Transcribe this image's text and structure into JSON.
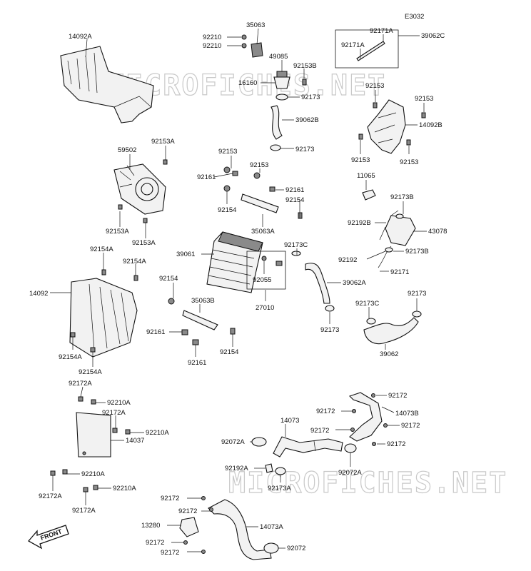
{
  "diagram_code": "E3032",
  "watermark": "MICROFICHES.NET",
  "front_label": "FRONT",
  "labels": {
    "l_14092A": "14092A",
    "l_35063": "35063",
    "l_92210_a": "92210",
    "l_92210_b": "92210",
    "l_49085": "49085",
    "l_16160": "16160",
    "l_92153B": "92153B",
    "l_92173_a": "92173",
    "l_39062B": "39062B",
    "l_92173_b": "92173",
    "l_92171A_a": "92171A",
    "l_92171A_b": "92171A",
    "l_39062C": "39062C",
    "l_92153_r1": "92153",
    "l_92153_r2": "92153",
    "l_14092B": "14092B",
    "l_92153_r3": "92153",
    "l_92153_r4": "92153",
    "l_11065": "11065",
    "l_92173B_a": "92173B",
    "l_92192B": "92192B",
    "l_43078": "43078",
    "l_92192": "92192",
    "l_92173B_b": "92173B",
    "l_92171": "92171",
    "l_92153A_top": "92153A",
    "l_59502": "59502",
    "l_92153A_l": "92153A",
    "l_92153A_r": "92153A",
    "l_92153_m1": "92153",
    "l_92161_m1": "92161",
    "l_92153_m2": "92153",
    "l_92161_m2": "92161",
    "l_92154_m1": "92154",
    "l_92154_m2": "92154",
    "l_35063A": "35063A",
    "l_39061": "39061",
    "l_92173C_a": "92173C",
    "l_92055": "92055",
    "l_39062A": "39062A",
    "l_27010": "27010",
    "l_92173_c": "92173",
    "l_92173C_b": "92173C",
    "l_92173_d": "92173",
    "l_39062": "39062",
    "l_92154A_a": "92154A",
    "l_92154A_b": "92154A",
    "l_14092": "14092",
    "l_92154_l": "92154",
    "l_35063B": "35063B",
    "l_92161_l1": "92161",
    "l_92154_l2": "92154",
    "l_92161_l2": "92161",
    "l_92154A_c": "92154A",
    "l_92154A_d": "92154A",
    "l_92172A_a": "92172A",
    "l_92210A_a": "92210A",
    "l_92172A_b": "92172A",
    "l_92210A_b": "92210A",
    "l_14037": "14037",
    "l_92210A_c": "92210A",
    "l_92172A_c": "92172A",
    "l_92210A_d": "92210A",
    "l_92172A_d": "92172A",
    "l_92172_r1": "92172",
    "l_14073": "14073",
    "l_92172_r2": "92172",
    "l_14073B": "14073B",
    "l_92172_r3": "92172",
    "l_92172_r4": "92172",
    "l_92172_r5": "92172",
    "l_92072A_a": "92072A",
    "l_92072A_b": "92072A",
    "l_92192A": "92192A",
    "l_92173A": "92173A",
    "l_92172_b1": "92172",
    "l_92172_b2": "92172",
    "l_13280": "13280",
    "l_14073A": "14073A",
    "l_92172_b3": "92172",
    "l_92172_b4": "92172",
    "l_92072": "92072"
  }
}
